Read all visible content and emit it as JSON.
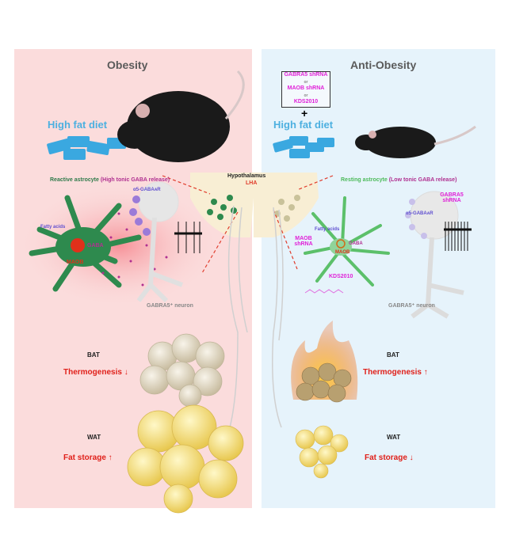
{
  "left_panel": {
    "title": "Obesity",
    "diet_label": "High fat diet",
    "astrocyte_label": "Reactive astrocyte",
    "astrocyte_state": "(High tonic GABA release)",
    "receptor_label": "α5-GABAᴀR",
    "fatty_acids_label": "Fatty acids",
    "gaba_label": "GABA",
    "maob_label": "MAOB",
    "neuron_label": "GABRA5⁺ neuron",
    "bat_label": "BAT",
    "thermogenesis_label": "Thermogenesis ↓",
    "wat_label": "WAT",
    "fat_storage_label": "Fat storage ↑",
    "colors": {
      "background": "#fbdcdc",
      "astrocyte": "#2e8a4e"
    }
  },
  "center": {
    "hypothalamus_label": "Hypothalamus",
    "lha_label": "LHA"
  },
  "right_panel": {
    "title": "Anti-Obesity",
    "treatment_box": {
      "items": [
        "GABRA5 shRNA",
        "or",
        "MAOB shRNA",
        "or",
        "KDS2010"
      ]
    },
    "plus": "+",
    "diet_label": "High fat diet",
    "astrocyte_label": "Resting astrocyte",
    "astrocyte_state": "(Low tonic GABA release)",
    "receptor_label": "α5-GABAᴀR",
    "gabra5_shrna_label": "GABRA5 shRNA",
    "fatty_acids_label": "Fatty acids",
    "maob_shrna_label": "MAOB shRNA",
    "gaba_label": "GABA",
    "maob_label": "MAOB",
    "kds_label": "KDS2010",
    "neuron_label": "GABRA5⁺ neuron",
    "bat_label": "BAT",
    "thermogenesis_label": "Thermogenesis ↑",
    "wat_label": "WAT",
    "fat_storage_label": "Fat storage ↓",
    "colors": {
      "background": "#e6f3fb",
      "astrocyte": "#5cc06a"
    }
  }
}
